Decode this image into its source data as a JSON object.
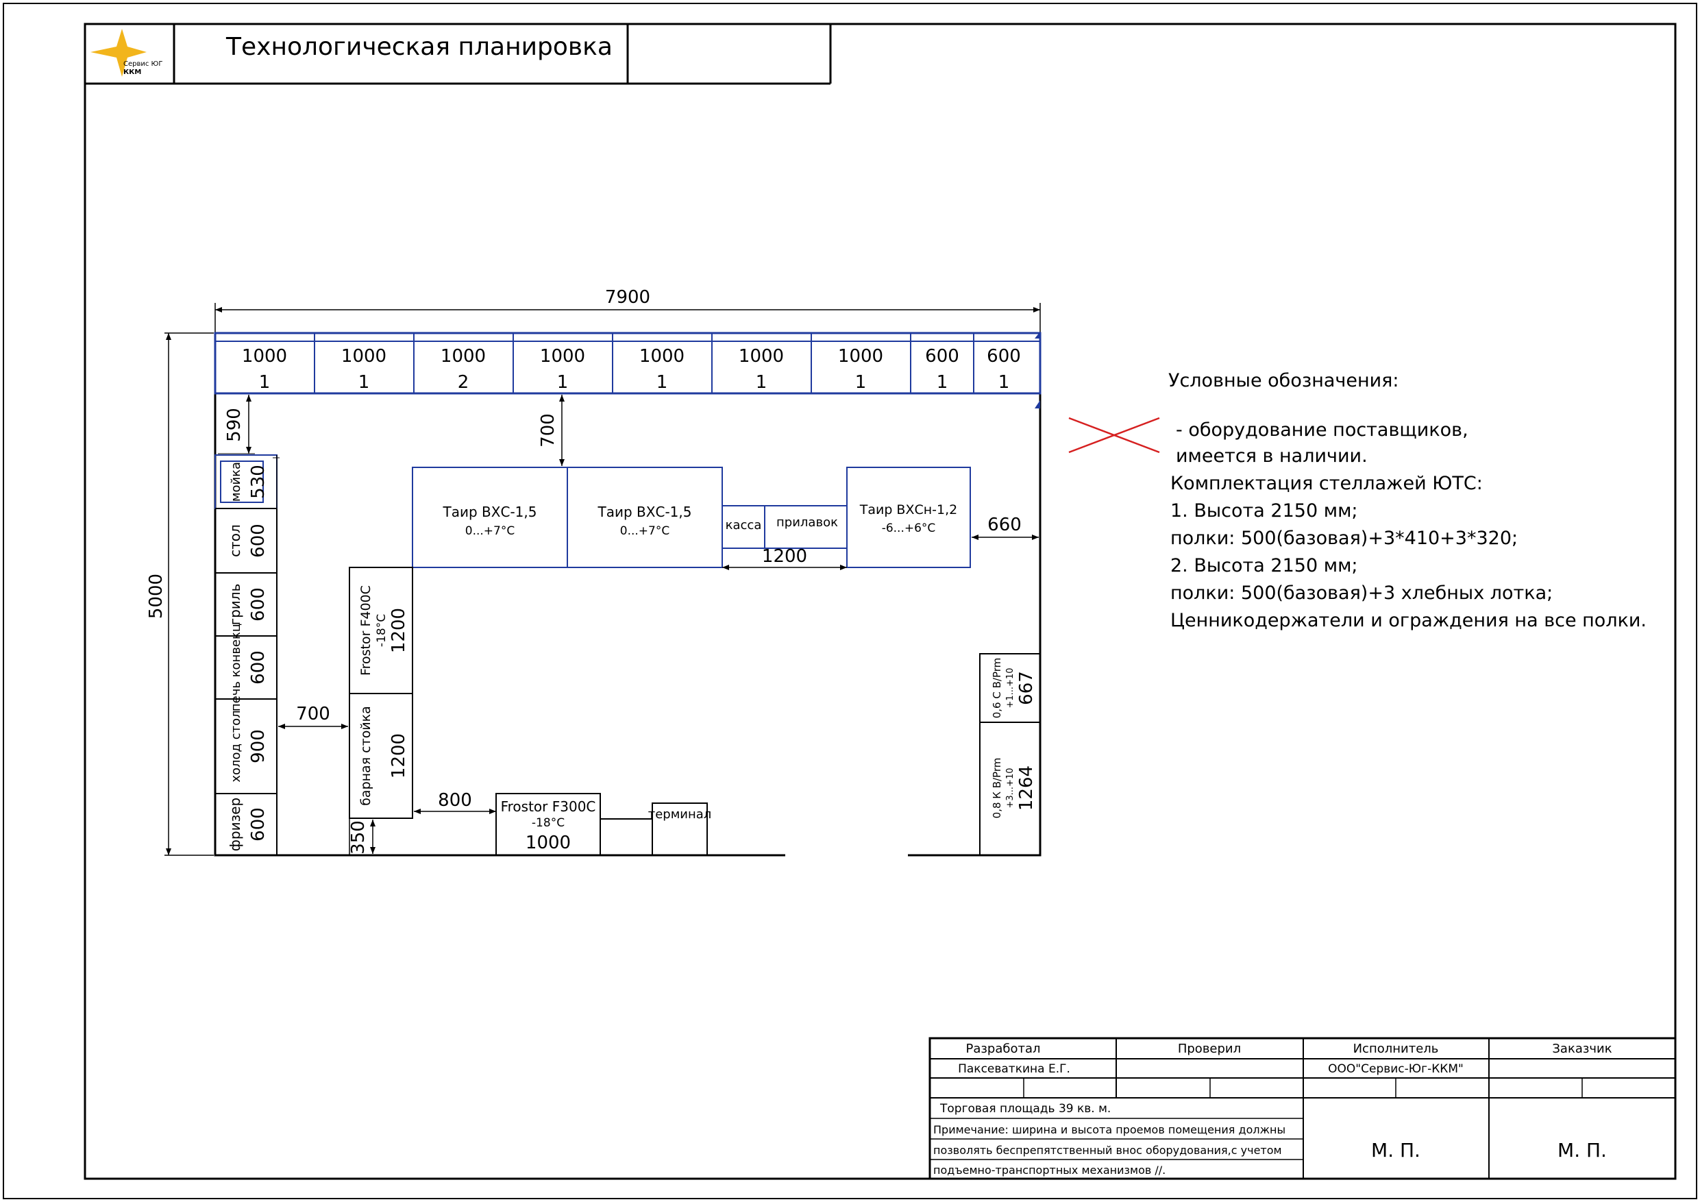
{
  "title_block": {
    "logo_line1": "Сервис ЮГ",
    "logo_line2": "ККМ",
    "title": "Технологическая планировка",
    "extra": ""
  },
  "plan": {
    "overall_width": "7900",
    "overall_height": "5000",
    "shelf_modules": [
      {
        "width": "1000",
        "type": "1"
      },
      {
        "width": "1000",
        "type": "1"
      },
      {
        "width": "1000",
        "type": "2"
      },
      {
        "width": "1000",
        "type": "1"
      },
      {
        "width": "1000",
        "type": "1"
      },
      {
        "width": "1000",
        "type": "1"
      },
      {
        "width": "1000",
        "type": "1"
      },
      {
        "width": "600",
        "type": "1"
      },
      {
        "width": "600",
        "type": "1"
      }
    ],
    "left_column": [
      {
        "name": "мойка",
        "dim": "530"
      },
      {
        "name": "стол",
        "dim": "600"
      },
      {
        "name": "гриль",
        "dim": "600"
      },
      {
        "name": "печь конвекц",
        "dim": "600"
      },
      {
        "name": "холод стол",
        "dim": "900"
      },
      {
        "name": "фризер",
        "dim": "600"
      }
    ],
    "dims": {
      "gap_590": "590",
      "gap_700_vertical": "700",
      "gap_700_horizontal": "700",
      "gap_800": "800",
      "gap_350": "350",
      "gap_660": "660",
      "gap_1200": "1200"
    },
    "counters": [
      {
        "name": "Таир ВХС-1,5",
        "temp": "0...+7°C"
      },
      {
        "name": "Таир ВХС-1,5",
        "temp": "0...+7°C"
      },
      {
        "name": "Таир ВХСн-1,2",
        "temp": "-6...+6°C"
      }
    ],
    "kassa": "касса",
    "prilavok": "прилавок",
    "frostor_f400": {
      "name": "Frostor F400C",
      "temp": "-18°C",
      "dim": "1200"
    },
    "bar": {
      "name": "барная стойка",
      "dim": "1200"
    },
    "frostor_f300": {
      "name": "Frostor F300C",
      "temp": "-18°C",
      "dim": "1000"
    },
    "terminal": "терминал",
    "right_units": [
      {
        "name": "0,6 С В/Prm",
        "temp": "+1...+10",
        "dim": "667"
      },
      {
        "name": "0,8 К В/Prm",
        "temp": "+3...+10",
        "dim": "1264"
      }
    ]
  },
  "legend": {
    "title": "Условные обозначения:",
    "line1": "- оборудование поставщиков,",
    "line2": "имеется в наличии.",
    "line3": "Комплектация стеллажей ЮТС:",
    "line4": "1. Высота 2150 мм;",
    "line5": "полки: 500(базовая)+3*410+3*320;",
    "line6": "2. Высота 2150 мм;",
    "line7": "полки: 500(базовая)+3 хлебных лотка;",
    "line8": "Ценникодержатели и ограждения на все полки."
  },
  "stamp": {
    "col1": "Разработал",
    "col2": "Проверил",
    "col3": "Исполнитель",
    "col4": "Заказчик",
    "developer": "Паксеваткина Е.Г.",
    "executor": "ООО\"Сервис-Юг-ККМ\"",
    "area": "Торговая площадь 39 кв. м.",
    "note1": "Примечание: ширина и высота проемов помещения должны",
    "note2": "позволять беспрепятственный внос оборудования,с учетом",
    "note3": "подъемно-транспортных механизмов //.",
    "mp1": "М. П.",
    "mp2": "М. П."
  },
  "colors": {
    "line": "#000000",
    "blue": "#1f3a9e",
    "red": "#d62020",
    "logo": "#f2b51c"
  }
}
